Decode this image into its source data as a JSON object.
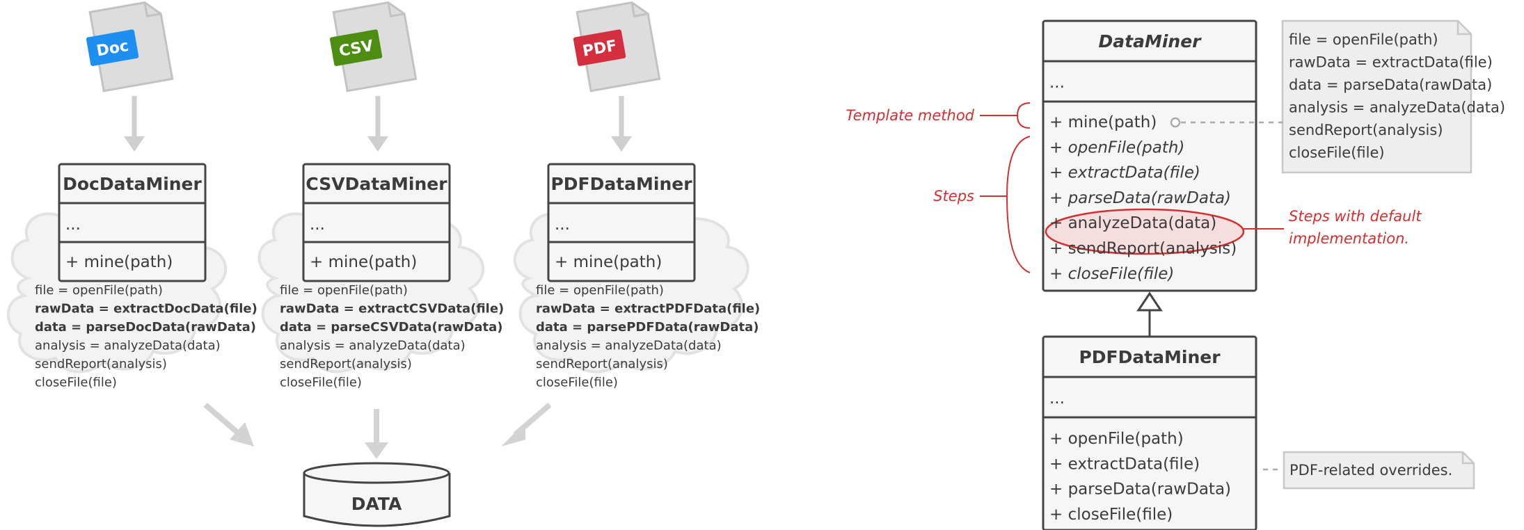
{
  "left": {
    "file_icons": [
      {
        "label": "Doc",
        "color": "#1e8ff0"
      },
      {
        "label": "CSV",
        "color": "#4c8d12"
      },
      {
        "label": "PDF",
        "color": "#d32f3f"
      }
    ],
    "classes": [
      {
        "name": "DocDataMiner",
        "fields": "...",
        "method": "+ mine(path)",
        "code": [
          {
            "text": "file = openFile(path)",
            "bold": false
          },
          {
            "text": "rawData = extractDocData(file)",
            "bold": true
          },
          {
            "text": "data = parseDocData(rawData)",
            "bold": true
          },
          {
            "text": "analysis = analyzeData(data)",
            "bold": false
          },
          {
            "text": "sendReport(analysis)",
            "bold": false
          },
          {
            "text": "closeFile(file)",
            "bold": false
          }
        ]
      },
      {
        "name": "CSVDataMiner",
        "fields": "...",
        "method": "+ mine(path)",
        "code": [
          {
            "text": "file = openFile(path)",
            "bold": false
          },
          {
            "text": "rawData = extractCSVData(file)",
            "bold": true
          },
          {
            "text": "data = parseCSVData(rawData)",
            "bold": true
          },
          {
            "text": "analysis = analyzeData(data)",
            "bold": false
          },
          {
            "text": "sendReport(analysis)",
            "bold": false
          },
          {
            "text": "closeFile(file)",
            "bold": false
          }
        ]
      },
      {
        "name": "PDFDataMiner",
        "fields": "...",
        "method": "+ mine(path)",
        "code": [
          {
            "text": "file = openFile(path)",
            "bold": false
          },
          {
            "text": "rawData = extractPDFData(file)",
            "bold": true
          },
          {
            "text": "data = parsePDFData(rawData)",
            "bold": true
          },
          {
            "text": "analysis = analyzeData(data)",
            "bold": false
          },
          {
            "text": "sendReport(analysis)",
            "bold": false
          },
          {
            "text": "closeFile(file)",
            "bold": false
          }
        ]
      }
    ],
    "database_label": "DATA"
  },
  "right": {
    "base_class": {
      "name": "DataMiner",
      "fields": "...",
      "methods": [
        {
          "text": "+ mine(path)",
          "italic": false
        },
        {
          "text": "+ openFile(path)",
          "italic": true
        },
        {
          "text": "+ extractData(file)",
          "italic": true
        },
        {
          "text": "+ parseData(rawData)",
          "italic": true
        },
        {
          "text": "+ analyzeData(data)",
          "italic": false
        },
        {
          "text": "+ sendReport(analysis)",
          "italic": false
        },
        {
          "text": "+ closeFile(file)",
          "italic": true
        }
      ]
    },
    "note_code": [
      "file = openFile(path)",
      "rawData = extractData(file)",
      "data = parseData(rawData)",
      "analysis = analyzeData(data)",
      "sendReport(analysis)",
      "closeFile(file)"
    ],
    "annotations": {
      "template_method": "Template method",
      "steps": "Steps",
      "default_impl_1": "Steps with default",
      "default_impl_2": "implementation."
    },
    "sub_class": {
      "name": "PDFDataMiner",
      "fields": "...",
      "methods": [
        "+ openFile(path)",
        "+ extractData(file)",
        "+ parseData(rawData)",
        "+ closeFile(file)"
      ]
    },
    "overrides_note": "PDF-related overrides.",
    "colors": {
      "accent_red": "#d32f2f",
      "box_fill": "#f6f6f6",
      "note_fill": "#eeeeee",
      "stroke": "#444444"
    }
  }
}
